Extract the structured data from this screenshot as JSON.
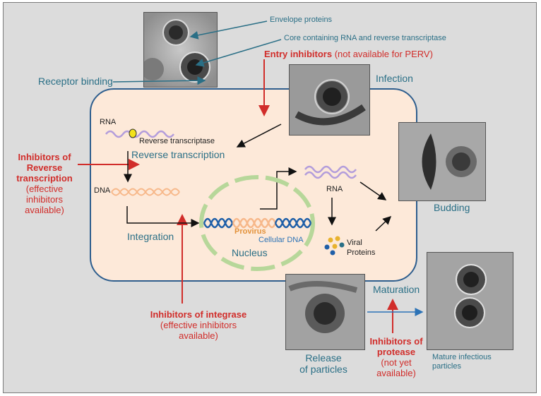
{
  "labels": {
    "envelope_proteins": "Envelope proteins",
    "core": "Core containing RNA and reverse transcriptase",
    "entry_inhibitors": "Entry inhibitors",
    "entry_note": "(not available for PERV)",
    "receptor_binding": "Receptor binding",
    "infection": "Infection",
    "rna_top": "RNA",
    "reverse_transcriptase": "Reverse transcriptase",
    "reverse_transcription": "Reverse transcription",
    "dna": "DNA",
    "inhib_rt_1": "Inhibitors of",
    "inhib_rt_2": "Reverse",
    "inhib_rt_3": "transcription",
    "inhib_rt_4": "(effective",
    "inhib_rt_5": "inhibitors",
    "inhib_rt_6": "available)",
    "integration": "Integration",
    "provirus": "Provirus",
    "cellular_dna": "Cellular DNA",
    "nucleus": "Nucleus",
    "rna_mid": "RNA",
    "viral": "Viral",
    "proteins": "Proteins",
    "budding": "Budding",
    "maturation": "Maturation",
    "inhib_int_1": "Inhibitors of integrase",
    "inhib_int_2": "(effective inhibitors",
    "inhib_int_3": "available)",
    "release_1": "Release",
    "release_2": "of particles",
    "inhib_prot_1": "Inhibitors of",
    "inhib_prot_2": "protease",
    "inhib_prot_3": "(not yet",
    "inhib_prot_4": "available)",
    "mature_1": "Mature infectious",
    "mature_2": "particles"
  },
  "colors": {
    "background": "#dcdcdc",
    "cell_fill": "#fde9d9",
    "cell_border": "#2e5e8e",
    "label_teal": "#2a6f86",
    "inhibitor_red": "#d12d2a",
    "provirus_orange": "#e3923b",
    "cellular_dna_blue": "#2d73b6",
    "rna_purple": "#b39ddb",
    "nucleus_green": "#b7d79a"
  }
}
